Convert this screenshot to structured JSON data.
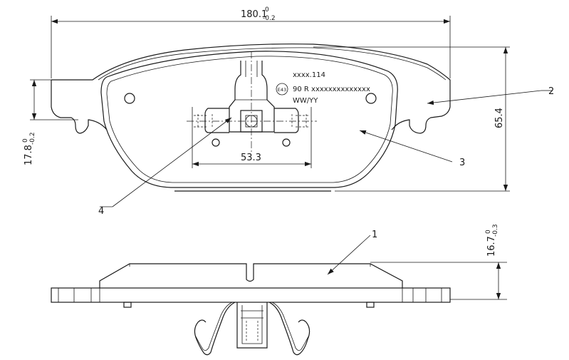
{
  "dimensions": {
    "overall_width": {
      "value": "180.1",
      "upper_tol": "0",
      "lower_tol": "-0.2"
    },
    "height": "65.4",
    "hole_spacing": "53.3",
    "backplate_height": {
      "value": "17.8",
      "upper_tol": "0",
      "lower_tol": "-0.2"
    },
    "thickness": {
      "value": "16.7",
      "upper_tol": "0",
      "lower_tol": "-0.3"
    }
  },
  "marking": {
    "line1": "xxxx.114",
    "approval_mark": "E43",
    "line2": "90 R xxxxxxxxxxxxxx",
    "line3": "WW/YY"
  },
  "callouts": [
    "1",
    "2",
    "3",
    "4"
  ]
}
